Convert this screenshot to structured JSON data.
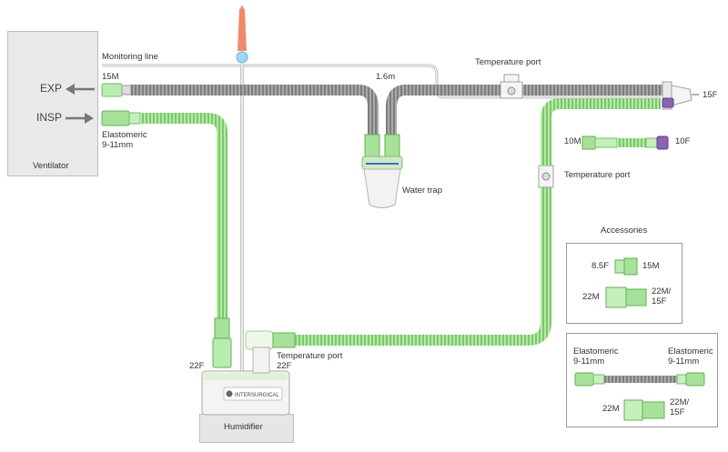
{
  "ventilator": {
    "label": "Ventilator",
    "exp_label": "EXP",
    "insp_label": "INSP"
  },
  "labels": {
    "monitoring_line": "Monitoring line",
    "port_15m": "15M",
    "length": "1.6m",
    "temperature_port_top": "Temperature port",
    "port_15f": "15F",
    "elastomeric_line1": "Elastomeric",
    "elastomeric_line2": "9-11mm",
    "water_trap": "Water trap",
    "port_10m": "10M",
    "port_10f": "10F",
    "temperature_port_mid": "Temperature port",
    "port_22f_left": "22F",
    "temperature_port_bottom": "Temperature port",
    "port_22f_bottom": "22F",
    "humidifier": "Humidifier",
    "brand": "INTERSURGICAL"
  },
  "accessories": {
    "title": "Accessories",
    "item1_left": "8.5F",
    "item1_right": "15M",
    "item2_left": "22M",
    "item2_right_line1": "22M/",
    "item2_right_line2": "15F"
  },
  "extension": {
    "left_line1": "Elastomeric",
    "left_line2": "9-11mm",
    "right_line1": "Elastomeric",
    "right_line2": "9-11mm",
    "bottom_left": "22M",
    "bottom_right_line1": "22M/",
    "bottom_right_line2": "15F"
  },
  "colors": {
    "tube_green": "#9fdc8f",
    "tube_grey": "#9a9a9a",
    "connector_purple": "#8a63b5",
    "filter_orange": "#f08a6a",
    "ventilator_bg": "#e9e9e9"
  }
}
